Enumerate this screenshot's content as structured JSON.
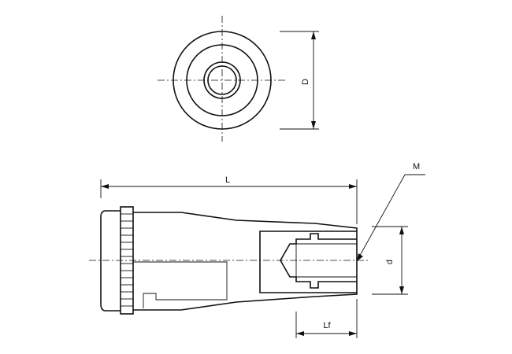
{
  "labels": {
    "diameter": "D",
    "length": "L",
    "thread": "M",
    "bore_diameter": "d",
    "thread_length": "Lf"
  }
}
